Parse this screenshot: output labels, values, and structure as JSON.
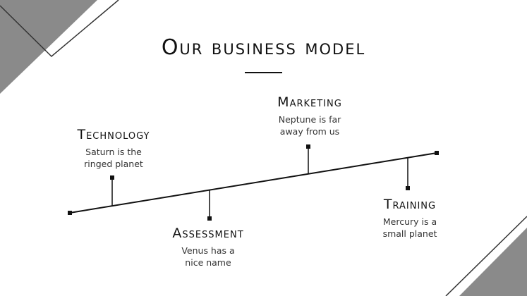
{
  "slide": {
    "title": "Our business model"
  },
  "stages": [
    {
      "key": "technology",
      "title": "Technology",
      "desc_line1": "Saturn is the",
      "desc_line2": "ringed planet"
    },
    {
      "key": "assessment",
      "title": "Assessment",
      "desc_line1": "Venus has a",
      "desc_line2": "nice name"
    },
    {
      "key": "marketing",
      "title": "Marketing",
      "desc_line1": "Neptune is far",
      "desc_line2": "away from us"
    },
    {
      "key": "training",
      "title": "Training",
      "desc_line1": "Mercury is a",
      "desc_line2": "small planet"
    }
  ],
  "colors": {
    "background": "#ffffff",
    "ink": "#111111",
    "decor_gray": "#8a8a8a"
  }
}
